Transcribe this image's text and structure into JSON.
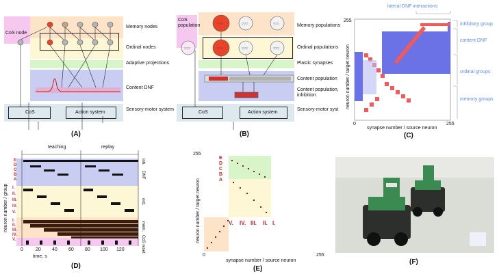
{
  "figure": {
    "panels": {
      "A": {
        "caption": "(A)",
        "cos_node": "CoS node",
        "layers": [
          "Memory nodes",
          "Ordinal nodes",
          "Adaptive projections",
          "Content DNF",
          "Sensory-motor system"
        ],
        "cos_box": "CoS",
        "action_box": "Action system"
      },
      "B": {
        "caption": "(B)",
        "cos_population": "CoS population",
        "layers": [
          "Memory populations",
          "Ordinal populations",
          "Plastic synapses",
          "Content population",
          "Content population, inhibition",
          "Sensory-motor syst"
        ],
        "cos_box": "CoS",
        "action_box": "Action system"
      },
      "C": {
        "caption": "(C)",
        "top_label": "lateral DNF interactions",
        "right_labels": [
          "inhibitory group",
          "content DNF",
          "ordinal groups",
          "memory groups"
        ],
        "ylabel": "neuron number / target neuron",
        "xlabel": "synapse number / source neuron",
        "tick_255": "255",
        "tick_0": "0"
      },
      "D": {
        "caption": "(D)",
        "phase_labels": [
          "teaching",
          "replay"
        ],
        "ylabel": "neuron number / group",
        "xlabel": "time, s",
        "x_ticks": [
          "0",
          "20",
          "40",
          "60",
          "80",
          "100",
          "120"
        ],
        "group_letters": [
          "E",
          "D",
          "C",
          "B",
          "A"
        ],
        "ord_numerals": [
          "I.",
          "II.",
          "III.",
          "IV.",
          "V."
        ],
        "mem_numerals": [
          "I.",
          "II.",
          "III.",
          "IV.",
          "V."
        ],
        "right_labels": [
          "inh.",
          "DNF",
          "ord.",
          "mem.",
          "CoS reset"
        ]
      },
      "E": {
        "caption": "(E)",
        "letters": [
          "E",
          "D",
          "C",
          "B",
          "A"
        ],
        "numerals": [
          "V.",
          "IV.",
          "III.",
          "II.",
          "I."
        ],
        "ylabel": "neuron number / target neuron",
        "xlabel": "synapse number / source neuron",
        "tick_255_y": "255",
        "tick_0": "0",
        "tick_255_x": "255"
      },
      "F": {
        "caption": "(F)"
      }
    },
    "colors": {
      "pink": "#f6c7ef",
      "peach": "#fde3c8",
      "yellow": "#fdf7d5",
      "green": "#d8f5c9",
      "lavender": "#c9cdf2",
      "blue_block": "#6a72e6",
      "red_diag": "#f05a5a",
      "label_blue": "#5b8bea"
    }
  }
}
